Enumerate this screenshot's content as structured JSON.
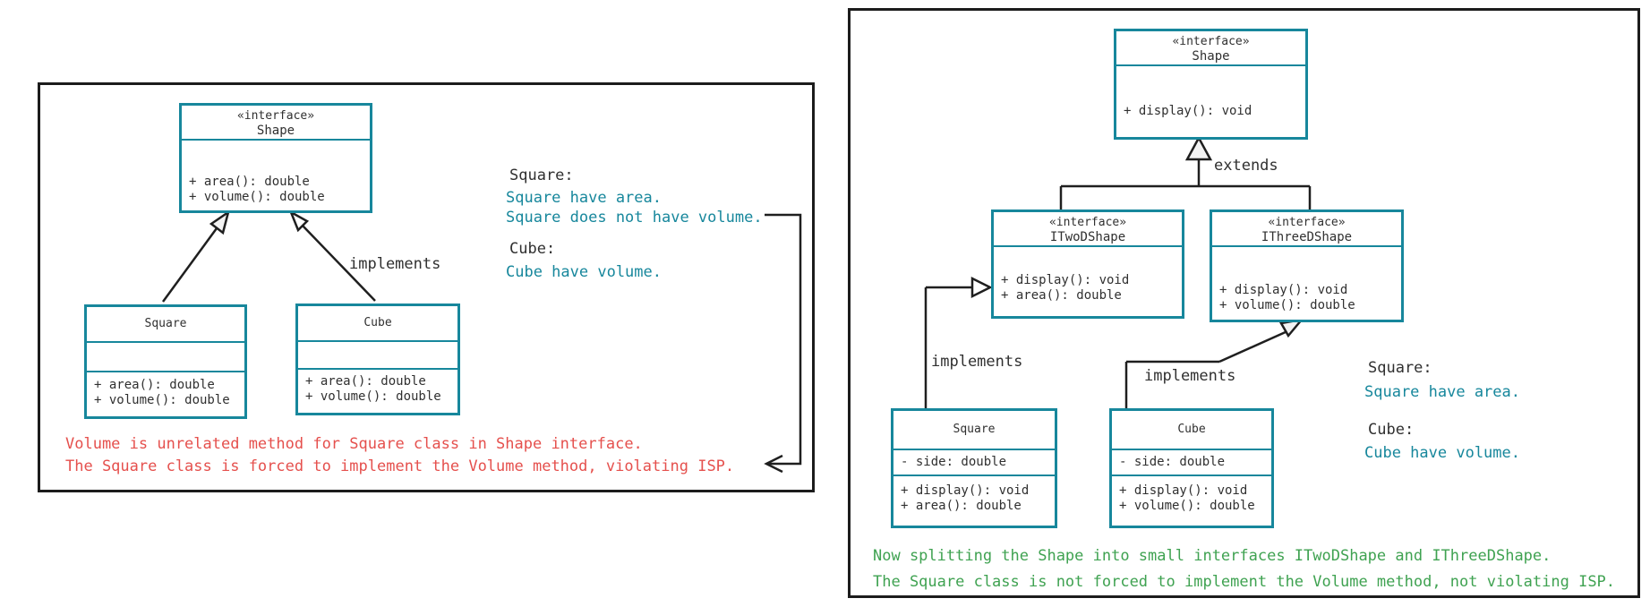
{
  "colors": {
    "teal": "#17879C",
    "red": "#E5504D",
    "green": "#3FA251",
    "ink": "#303030",
    "border": "#1c1c1c"
  },
  "left_panel": {
    "interface_shape": {
      "stereotype": "«interface»",
      "name": "Shape",
      "methods": [
        "+ area(): double",
        "+ volume(): double"
      ]
    },
    "class_square": {
      "name": "Square",
      "methods": [
        "+ area(): double",
        "+ volume(): double"
      ]
    },
    "class_cube": {
      "name": "Cube",
      "methods": [
        "+ area(): double",
        "+ volume(): double"
      ]
    },
    "implements_label": "implements",
    "note_square_title": "Square:",
    "note_square_line1": "Square have area.",
    "note_square_line2": "Square does not have volume.",
    "note_cube_title": "Cube:",
    "note_cube_line1": "Cube have volume.",
    "violation_line1": "Volume is unrelated method for Square class in Shape interface.",
    "violation_line2": "The Square class is forced to implement the Volume method, violating ISP."
  },
  "right_panel": {
    "interface_shape": {
      "stereotype": "«interface»",
      "name": "Shape",
      "methods": [
        "+ display(): void"
      ]
    },
    "interface_itwodshape": {
      "stereotype": "«interface»",
      "name": "ITwoDShape",
      "methods": [
        "+ display(): void",
        "+ area(): double"
      ]
    },
    "interface_ithreedshape": {
      "stereotype": "«interface»",
      "name": "IThreeDShape",
      "methods": [
        "+ display(): void",
        "+ volume(): double"
      ]
    },
    "class_square": {
      "name": "Square",
      "attributes": [
        "- side: double"
      ],
      "methods": [
        "+ display(): void",
        "+ area(): double"
      ]
    },
    "class_cube": {
      "name": "Cube",
      "attributes": [
        "- side: double"
      ],
      "methods": [
        "+ display(): void",
        "+ volume(): double"
      ]
    },
    "extends_label": "extends",
    "implements_label_square": "implements",
    "implements_label_cube": "implements",
    "note_square_title": "Square:",
    "note_square_line1": "Square have area.",
    "note_cube_title": "Cube:",
    "note_cube_line1": "Cube have volume.",
    "benefit_line1": "Now splitting the Shape into small interfaces ITwoDShape and IThreeDShape.",
    "benefit_line2": "The Square class is not forced to implement the Volume method, not violating ISP."
  }
}
